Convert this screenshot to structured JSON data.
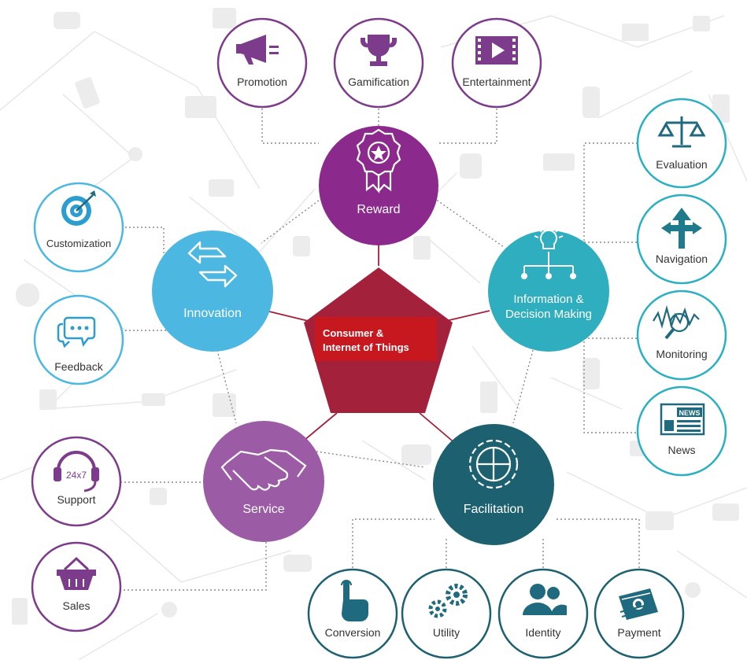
{
  "center": {
    "line1": "Consumer &",
    "line2": "Internet of Things"
  },
  "hubs": {
    "reward": {
      "label": "Reward",
      "icon": "award-ribbon-icon",
      "color": "#8b2a8c"
    },
    "info": {
      "line1": "Information &",
      "line2": "Decision Making",
      "icon": "lightbulb-network-icon",
      "color": "#2eaebf"
    },
    "facilitation": {
      "label": "Facilitation",
      "icon": "gear-puzzle-icon",
      "color": "#1d6171"
    },
    "service": {
      "label": "Service",
      "icon": "handshake-icon",
      "color": "#9b5ba5"
    },
    "innovation": {
      "label": "Innovation",
      "icon": "cycle-arrows-icon",
      "color": "#4cb8e2"
    }
  },
  "satellites": {
    "promotion": {
      "label": "Promotion",
      "icon": "megaphone-icon"
    },
    "gamification": {
      "label": "Gamification",
      "icon": "trophy-icon"
    },
    "entertainment": {
      "label": "Entertainment",
      "icon": "film-icon"
    },
    "evaluation": {
      "label": "Evaluation",
      "icon": "scales-icon"
    },
    "navigation": {
      "label": "Navigation",
      "icon": "direction-arrows-icon"
    },
    "monitoring": {
      "label": "Monitoring",
      "icon": "monitoring-graph-icon"
    },
    "news": {
      "label": "News",
      "badge": "NEWS",
      "icon": "newspaper-icon"
    },
    "conversion": {
      "label": "Conversion",
      "icon": "tap-hand-icon"
    },
    "utility": {
      "label": "Utility",
      "icon": "gears-icon"
    },
    "identity": {
      "label": "Identity",
      "icon": "people-icon"
    },
    "payment": {
      "label": "Payment",
      "icon": "money-icon"
    },
    "support": {
      "label": "Support",
      "badge": "24x7",
      "icon": "headset-icon"
    },
    "sales": {
      "label": "Sales",
      "icon": "basket-icon"
    },
    "customization": {
      "label": "Customization",
      "icon": "target-icon"
    },
    "feedback": {
      "label": "Feedback",
      "icon": "chat-bubbles-icon"
    }
  },
  "colors": {
    "center": "#a4213b",
    "center_label_bg": "#c8181f",
    "satellite_purple": "#7d3b8c",
    "satellite_cyan": "#2ab0c2",
    "satellite_teal": "#1d6171",
    "satellite_lightpurple": "#8c5aa0"
  }
}
